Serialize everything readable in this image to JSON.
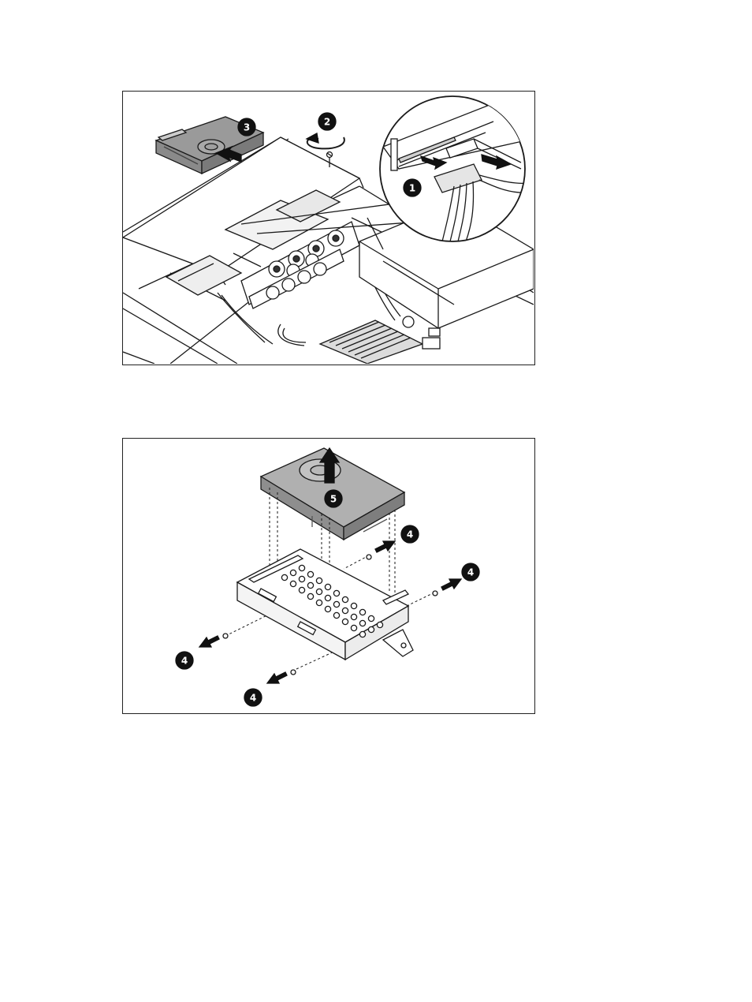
{
  "figures": [
    {
      "callouts": [
        {
          "label": "1"
        },
        {
          "label": "2"
        },
        {
          "label": "3"
        }
      ]
    },
    {
      "callouts": [
        {
          "label": "5"
        },
        {
          "label": "4"
        },
        {
          "label": "4"
        },
        {
          "label": "4"
        },
        {
          "label": "4"
        }
      ]
    }
  ],
  "colors": {
    "line": "#1a1a1a",
    "drive_fill": "#9a9a9a",
    "drive_top": "#b5b5b5",
    "callout_fill": "#111111"
  }
}
